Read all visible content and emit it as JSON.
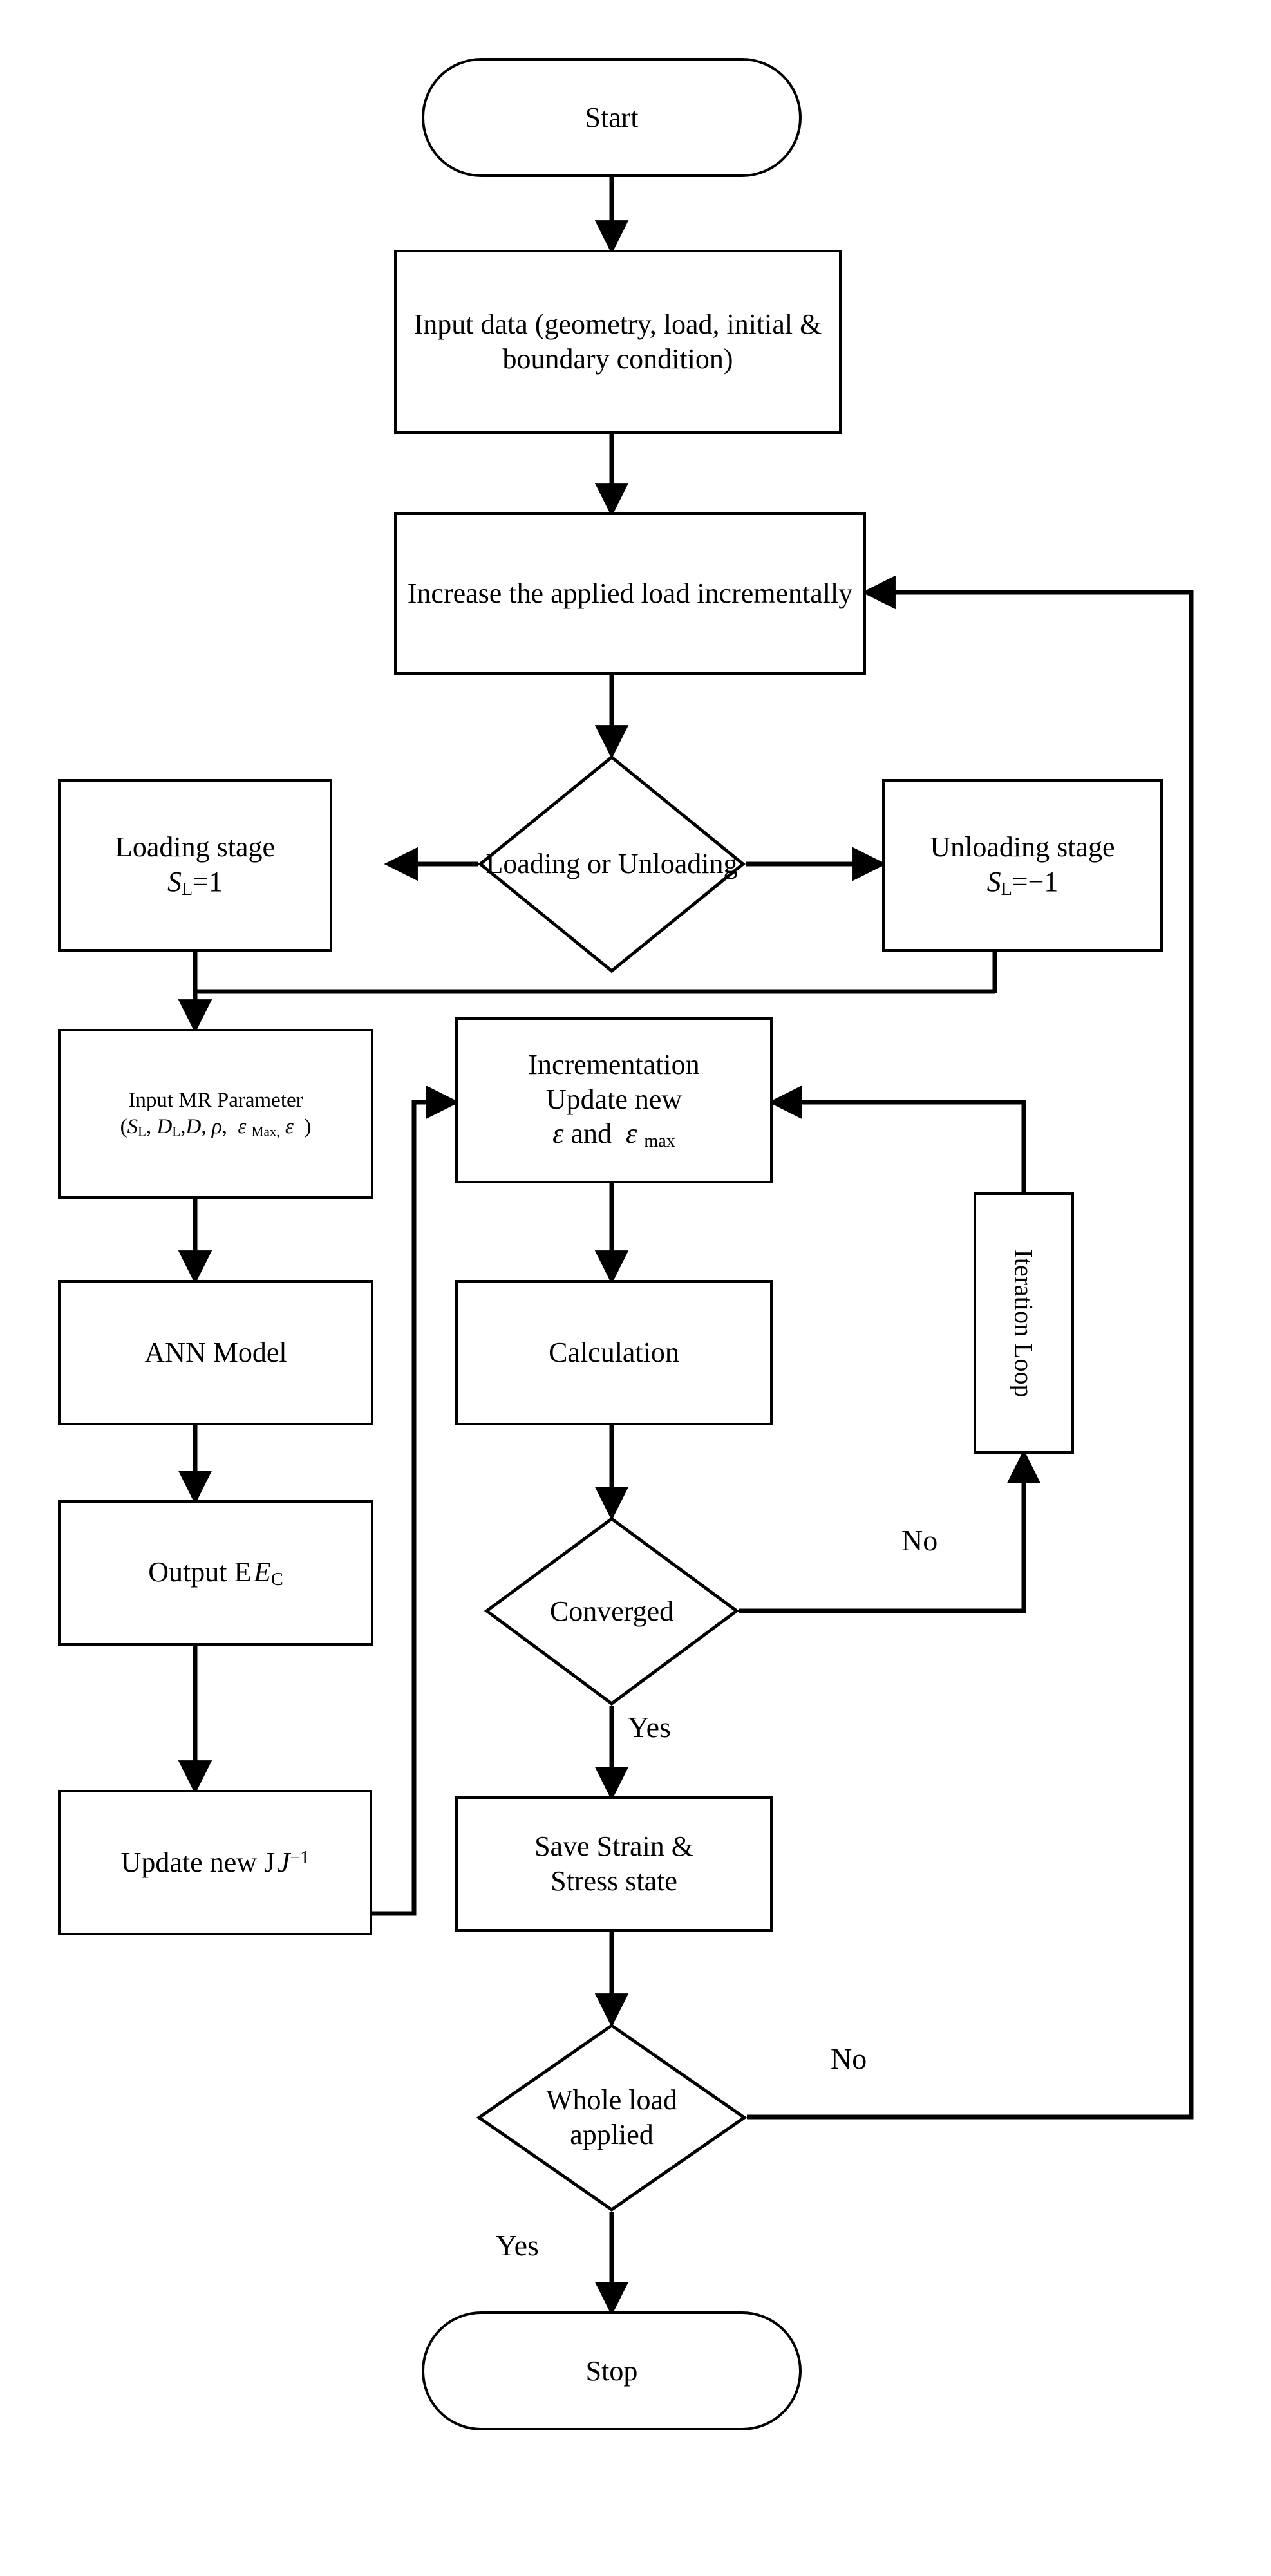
{
  "diagram": {
    "title": "Numerical analysis flowchart with ANN model",
    "background_color": "#ffffff",
    "line_color": "#000000"
  },
  "nodes": {
    "start": {
      "label": "Start",
      "shape": "terminator"
    },
    "input_data": {
      "label": "Input data (geometry, load, initial & boundary condition)",
      "shape": "process"
    },
    "increase_load": {
      "label": "Increase the applied load incrementally",
      "shape": "process"
    },
    "load_decision": {
      "label": "Loading or Unloading",
      "shape": "decision"
    },
    "loading_stage": {
      "line1": "Loading stage",
      "var": "S",
      "sub": "L",
      "eq": "=1",
      "shape": "process"
    },
    "unloading_stage": {
      "line1": "Unloading stage",
      "var": "S",
      "sub": "L",
      "eq": "=−1",
      "shape": "process"
    },
    "input_mr": {
      "line1": "Input MR Parameter",
      "line2": "(Sₗ, Dₗ, D, ρ, ε Max, ε )",
      "shape": "process"
    },
    "incrementation": {
      "line1": "Incrementation",
      "line2": "Update new",
      "line3": "ε and ε max",
      "shape": "process"
    },
    "ann_model": {
      "label": "ANN Model",
      "shape": "process"
    },
    "calculation": {
      "label": "Calculation",
      "shape": "process"
    },
    "output_ec": {
      "label": "Output E",
      "sub": "C",
      "shape": "process"
    },
    "converged": {
      "label": "Converged",
      "shape": "decision"
    },
    "iteration_loop": {
      "label": "Iteration Loop",
      "shape": "process",
      "orientation": "vertical"
    },
    "update_j": {
      "label": "Update new J",
      "sup": "−1",
      "shape": "process"
    },
    "save_state": {
      "line1": "Save  Strain &",
      "line2": "Stress state",
      "shape": "process"
    },
    "whole_load": {
      "line1": "Whole load",
      "line2": "applied",
      "shape": "decision"
    },
    "stop": {
      "label": "Stop",
      "shape": "terminator"
    }
  },
  "edge_labels": {
    "converged_no": "No",
    "converged_yes": "Yes",
    "whole_load_no": "No",
    "whole_load_yes": "Yes"
  }
}
